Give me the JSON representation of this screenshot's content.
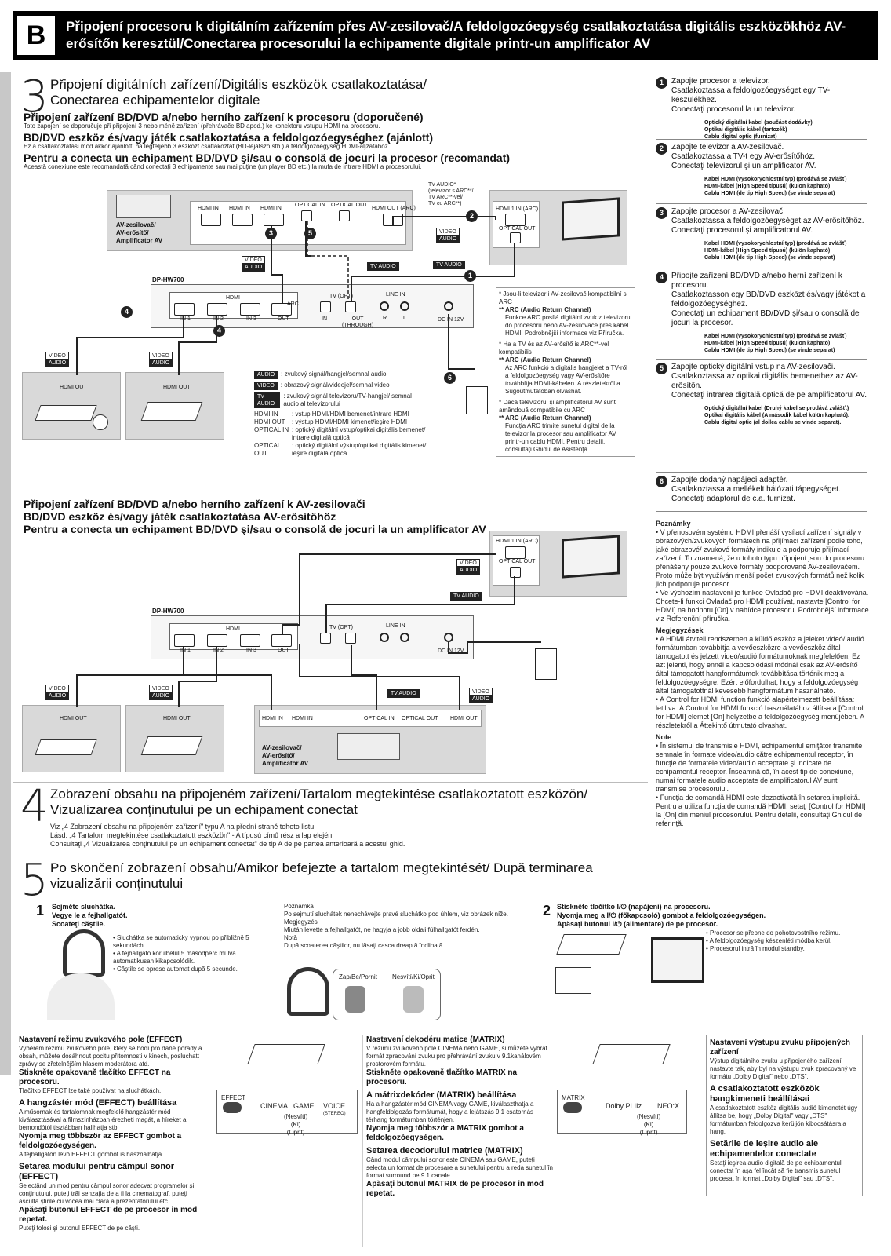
{
  "header": {
    "letter": "B",
    "title": "Připojení procesoru k digitálním zařízením přes AV-zesilovač/A feldolgozóegység csatlakoztatása digitális eszközökhöz AV-erősítőn keresztül/Conectarea procesorului la echipamente digitale printr-un amplificator AV"
  },
  "section3": {
    "number": "3",
    "title": "Připojení digitálních zařízení/Digitális eszközök csatlakoztatása/ Conectarea echipamentelor digitale",
    "h1": "Připojení zařízení BD/DVD a/nebo herního zařízení k procesoru (doporučené)",
    "t1": "Toto zapojení se doporučuje při připojení 3 nebo méně zařízení (přehrávače BD apod.) ke konektoru vstupu HDMI na procesoru.",
    "h2": "BD/DVD eszköz és/vagy játék csatlakoztatása a feldolgozóegységhez (ajánlott)",
    "t2": "Ez a csatlakoztatási mód akkor ajánlott, ha legfeljebb 3 eszközt csatlakoztat (BD-lejátszó stb.) a feldolgozóegység HDMI-aljzatához.",
    "h3": "Pentru a conecta un echipament BD/DVD şi/sau o consolă de jocuri la procesor (recomandat)",
    "t3": "Această conexiune este recomandată când conectaţi 3 echipamente sau mai puţine (un player BD etc.) la mufa de intrare HDMI a procesorului."
  },
  "diagram1": {
    "amp_label": "AV-zesilovač/\nAV-erősítő/\nAmplificator AV",
    "amp_ports": [
      "HDMI IN",
      "HDMI IN",
      "HDMI IN",
      "OPTICAL IN",
      "OPTICAL OUT",
      "HDMI OUT (ARC)"
    ],
    "tv_ports": [
      "HDMI 1 IN (ARC)",
      "OPTICAL OUT"
    ],
    "tv_note": "TV AUDIO*\n(televizor s ARC**/\nTV ARC**-vel/\nTV cu ARC**)",
    "device": "DP-HW700",
    "dev_ports": [
      "IN 1",
      "IN 2",
      "IN 3",
      "OUT"
    ],
    "dev_hdmi": "HDMI",
    "dev_arc": "ARC",
    "dev_tv_opt": "TV (OPT)",
    "dev_in": "IN",
    "dev_out": "OUT\n(THROUGH)",
    "dev_linein": "LINE IN",
    "dev_r": "R",
    "dev_l": "L",
    "dev_dc": "DC IN 12V",
    "hdmi_out": "HDMI OUT",
    "sig_video": "VIDEO",
    "sig_audio": "AUDIO",
    "sig_tvaudio": "TV AUDIO",
    "n1": "1",
    "n2": "2",
    "n3": "3",
    "n4": "4",
    "n5": "5",
    "n6": "6"
  },
  "legend": [
    {
      "k": "AUDIO",
      "v": ": zvukový signál/hangjel/semnal audio"
    },
    {
      "k": "VIDEO",
      "v": ": obrazový signál/videojel/semnal video"
    },
    {
      "k": "TV AUDIO",
      "v": ": zvukový signál televizoru/TV-hangjel/ semnal audio al televizorului"
    },
    {
      "k": "HDMI IN",
      "v": ": vstup HDMI/HDMI bemenet/intrare HDMI"
    },
    {
      "k": "HDMI OUT",
      "v": ": výstup HDMI/HDMI kimenet/ieşire HDMI"
    },
    {
      "k": "OPTICAL IN",
      "v": ": optický digitální vstup/optikai digitális bemenet/ intrare digitală optică"
    },
    {
      "k": "OPTICAL OUT",
      "v": ": optický digitální výstup/optikai digitális kimenet/ ieşire digitală optică"
    }
  ],
  "arc_notes": {
    "cz1": "* Jsou-li televizor i AV-zesilovač kompatibilní s ARC",
    "cz2": "** ARC (Audio Return Channel)",
    "cz3": "Funkce ARC posílá digitální zvuk z televizoru do procesoru nebo AV-zesilovače přes kabel HDMI. Podrobnější informace viz Příručka.",
    "hu1": "* Ha a TV és az AV-erősítő is ARC**-vel kompatibilis",
    "hu2": "** ARC (Audio Return Channel)",
    "hu3": "Az ARC funkció a digitális hangjelet a TV-ről a feldolgozóegység vagy AV-erősítőre továbbítja HDMI-kábelen. A részletekről a Súgóútmutatóban olvashat.",
    "ro1": "* Dacă televizorul şi amplificatorul AV sunt amândouă compatibile cu ARC",
    "ro2": "** ARC (Audio Return Channel)",
    "ro3": "Funcţia ARC trimite sunetul digital de la televizor la procesor sau amplificator AV printr-un cablu HDMI. Pentru detalii, consultaţi Ghidul de Asistenţă."
  },
  "right_steps": [
    {
      "n": "1",
      "t": "Zapojte procesor a televizor.\nCsatlakoztassa a feldolgozóegységet egy TV-készülékhez.\nConectaţi procesorul la un televizor.",
      "c": "Optický digitální kabel (součást dodávky)\nOptikai digitális kábel (tartozék)\nCablu digital optic (furnizat)"
    },
    {
      "n": "2",
      "t": "Zapojte televizor a AV-zesilovač.\nCsatlakoztassa a TV-t egy AV-erősítőhöz.\nConectaţi televizorul şi un amplificator AV.",
      "c": "Kabel HDMI (vysokorychlostní typ) (prodává se zvlášť)\nHDMI-kábel (High Speed típusú) (külön kapható)\nCablu HDMI (de tip High Speed) (se vinde separat)"
    },
    {
      "n": "3",
      "t": "Zapojte procesor a AV-zesilovač.\nCsatlakoztassa a feldolgozóegységet az AV-erősítőhöz.\nConectaţi procesorul şi amplificatorul AV.",
      "c": "Kabel HDMI (vysokorychlostní typ) (prodává se zvlášť)\nHDMI-kábel (High Speed típusú) (külön kapható)\nCablu HDMI (de tip High Speed) (se vinde separat)"
    },
    {
      "n": "4",
      "t": "Připojte zařízení BD/DVD a/nebo herní zařízení k procesoru.\nCsatlakoztasson egy BD/DVD eszközt és/vagy játékot a feldolgozóegységhez.\nConectaţi un echipament BD/DVD şi/sau o consolă de jocuri la procesor.",
      "c": "Kabel HDMI (vysokorychlostní typ) (prodává se zvlášť)\nHDMI-kábel (High Speed típusú) (külön kapható)\nCablu HDMI (de tip High Speed) (se vinde separat)"
    },
    {
      "n": "5",
      "t": "Zapojte optický digitální vstup na AV-zesilovači.\nCsatlakoztassa az optikai digitális bemenethez az AV-erősítőn.\nConectaţi intrarea digitală optică de pe amplificatorul AV.",
      "c": "Optický digitální kabel (Druhý kabel se prodává zvlášť.)\nOptikai digitális kábel (A második kábel külön kapható).\nCablu digital optic (al doilea cablu se vinde separat)."
    },
    {
      "n": "6",
      "t": "Zapojte dodaný napájecí adaptér.\nCsatlakoztassa a mellékelt hálózati tápegységet.\nConectaţi adaptorul de c.a. furnizat.",
      "c": ""
    }
  ],
  "notes_right": {
    "h1": "Poznámky",
    "p1": "• V přenosovém systému HDMI přenáší vysílací zařízení signály v obrazových/zvukových formátech na přijímací zařízení podle toho, jaké obrazové/ zvukové formáty indikuje a podporuje přijímací zařízení. To znamená, že u tohoto typu připojení jsou do procesoru přenášeny pouze zvukové formáty podporované AV-zesilovačem. Proto může být využíván menší počet zvukových formátů než kolik jich podporuje procesor.\n• Ve výchozím nastavení je funkce Ovladač pro HDMI deaktivována. Chcete-li funkci Ovladač pro HDMI používat, nastavte [Control for HDMI] na hodnotu [On] v nabídce procesoru. Podrobnější informace viz Referenční příručka.",
    "h2": "Megjegyzések",
    "p2": "• A HDMI átviteli rendszerben a küldő eszköz a jeleket videó/ audió formátumban továbbítja a vevőeszközre a vevőeszköz által támogatott és jelzett videó/audió formátumoknak megfelelően. Ez azt jelenti, hogy ennél a kapcsolódási módnál csak az AV-erősítő által támogatott hangformátumok továbbítása történik meg a feldolgozóegységre. Ezért előfordulhat, hogy a feldolgozóegység által támogatottnál kevesebb hangformátum használható.\n• A Control for HDMI function funkció alapértelmezett beállítása: letiltva. A Control for HDMI funkció használatához állítsa a [Control for HDMI] elemet [On] helyzetbe a feldolgozóegység menüjében. A részletekről a Áttekintő útmutató olvashat.",
    "h3": "Note",
    "p3": "• În sistemul de transmisie HDMI, echipamentul emiţător transmite semnale în formate video/audio către echipamentul receptor, în funcţie de formatele video/audio acceptate şi indicate de echipamentul receptor. Înseamnă că, în acest tip de conexiune, numai formatele audio acceptate de amplificatorul AV sunt transmise procesorului.\n• Funcţia de comandă HDMI este dezactivată în setarea implicită. Pentru a utiliza funcţia de comandă HDMI, setaţi [Control for HDMI] la [On] din meniul procesorului. Pentru detalii, consultaţi Ghidul de referinţă."
  },
  "section3b": {
    "h1": "Připojení zařízení BD/DVD a/nebo herního zařízení k AV-zesilovači",
    "h2": "BD/DVD eszköz és/vagy játék csatlakoztatása AV-erősítőhöz",
    "h3": "Pentru a conecta un echipament BD/DVD şi/sau o consolă de jocuri la un amplificator AV"
  },
  "section4": {
    "number": "4",
    "title": "Zobrazení obsahu na připojeném zařízení/Tartalom megtekintése csatlakoztatott eszközön/ Vizualizarea conţinutului pe un echipament conectat",
    "t": "Viz „4 Zobrazení obsahu na připojeném zařízení\" typu A na přední straně tohoto listu.\nLásd: „4 Tartalom megtekintése csatlakoztatott eszközön\" - A típusú című rész a lap elején.\nConsultaţi „4 Vizualizarea conţinutului pe un echipament conectat\" de tip A de pe partea anterioară a acestui ghid."
  },
  "section5": {
    "number": "5",
    "title": "Po skončení zobrazení obsahu/Amikor befejezte a tartalom megtekintését/ După terminarea vizualizării conţinutului",
    "s1n": "1",
    "s1": "Sejměte sluchátka.\nVegye le a fejhallgatót.\nScoateţi căştile.",
    "s1notes": "• Sluchátka se automaticky vypnou po přibližně 5 sekundách.\n• A fejhallgató körülbelül 5 másodperc múlva automatikusan kikapcsolódik.\n• Căştile se opresc automat după 5 secunde.",
    "pozn": "Poznámka\nPo sejmutí sluchátek nenechávejte pravé sluchátko pod úhlem, viz obrázek níže.\nMegjegyzés\nMiután levette a fejhallgatót, ne hagyja a jobb oldali fülhallgatót ferdén.\nNotă\nDupă scoaterea căştilor, nu lăsaţi casca dreaptă înclinată.",
    "zap": "Zap/Be/Pornit",
    "nes": "Nesvítí/Ki/Oprit",
    "s2n": "2",
    "s2": "Stiskněte tlačítko I/⏻ (napájení) na procesoru.\nNyomja meg a I/⏻ (főkapcsoló) gombot a feldolgozóegységen.\nApăsaţi butonul I/⏻ (alimentare) de pe procesor.",
    "s2notes": "• Procesor se přepne do pohotovostního režimu.\n• A feldolgozóegység készenléti módba kerül.\n• Procesorul intră în modul standby."
  },
  "bottom": {
    "c1h1": "Nastavení režimu zvukového pole (EFFECT)",
    "c1t1": "Výběrem režimu zvukového pole, který se hodí pro dané pořady a obsah, můžete dosáhnout pocitu přítomnosti v kinech, posluchatt zprávy se zřetelnějším hlasem moderátora atd.",
    "c1b1": "Stiskněte opakovaně tlačítko EFFECT na procesoru.",
    "c1n1": "Tlačítko EFFECT lze také používat na sluchátkách.",
    "c1h2": "A hangzástér mód (EFFECT) beállítása",
    "c1t2": "A műsornak és tartalomnak megfelelő hangzástér mód kiválasztásával a filmszínházban érezheti magát, a híreket a bemondótól tisztábban hallhatja stb.",
    "c1b2": "Nyomja meg többször az EFFECT gombot a feldolgozóegységen.",
    "c1n2": "A fejhallgatón lévő EFFECT gombot is használhatja.",
    "c1h3": "Setarea modului pentru câmpul sonor (EFFECT)",
    "c1t3": "Selectând un mod pentru câmpul sonor adecvat programelor şi conţinutului, puteţi trăi senzaţia de a fi la cinematograf, puteţi asculta ştirile cu vocea mai clară a prezentatorului etc.",
    "c1b3": "Apăsaţi butonul EFFECT de pe procesor în mod repetat.",
    "c1n3": "Puteţi folosi şi butonul EFFECT de pe căşti.",
    "effect": "EFFECT",
    "cinema": "CINEMA",
    "game": "GAME",
    "voice": "VOICE",
    "stereo": "(STEREO)",
    "off": "(Nesvítí)\n(Ki)\n(Oprit)",
    "c2h1": "Nastavení dekodéru matice (MATRIX)",
    "c2t1": "V režimu zvukového pole CINEMA nebo GAME, si můžete vybrat formát zpracování zvuku pro přehrávání zvuku v 9.1kanálovém prostorovém formátu.",
    "c2b1": "Stiskněte opakovaně tlačítko MATRIX na procesoru.",
    "c2h2": "A mátrixdekóder (MATRIX) beállítása",
    "c2t2": "Ha a hangzástér mód CINEMA vagy GAME, kiválaszthatja a hangfeldolgozás formátumát, hogy a lejátszás 9.1 csatornás térhang formátumban történjen.",
    "c2b2": "Nyomja meg többször a MATRIX gombot a feldolgozóegységen.",
    "c2h3": "Setarea decodorului matrice (MATRIX)",
    "c2t3": "Când modul câmpului sonor este CINEMA sau GAME, puteţi selecta un format de procesare a sunetului pentru a reda sunetul în format surround pe 9.1 canale.",
    "c2b3": "Apăsaţi butonul MATRIX de pe procesor în mod repetat.",
    "matrix": "MATRIX",
    "dolby": "Dolby PLIIz",
    "neo": "NEO:X",
    "c3h1": "Nastavení výstupu zvuku připojených zařízení",
    "c3t1": "Výstup digitálního zvuku u připojeného zařízení nastavte tak, aby byl na výstupu zvuk zpracovaný ve formátu „Dolby Digital\" nebo „DTS\".",
    "c3h2": "A csatlakoztatott eszközök hangkimeneti beállításai",
    "c3t2": "A csatlakoztatott eszköz digitális audió kimenetét úgy állítsa be, hogy „Dolby Digital\" vagy „DTS\" formátumban feldolgozva kerüljön kibocsátásra a hang.",
    "c3h3": "Setările de ieşire audio ale echipamentelor conectate",
    "c3t3": "Setaţi ieşirea audio digitală de pe echipamentul conectat în aşa fel încât să fie transmis sunetul procesat în format „Dolby Digital\" sau „DTS\"."
  }
}
